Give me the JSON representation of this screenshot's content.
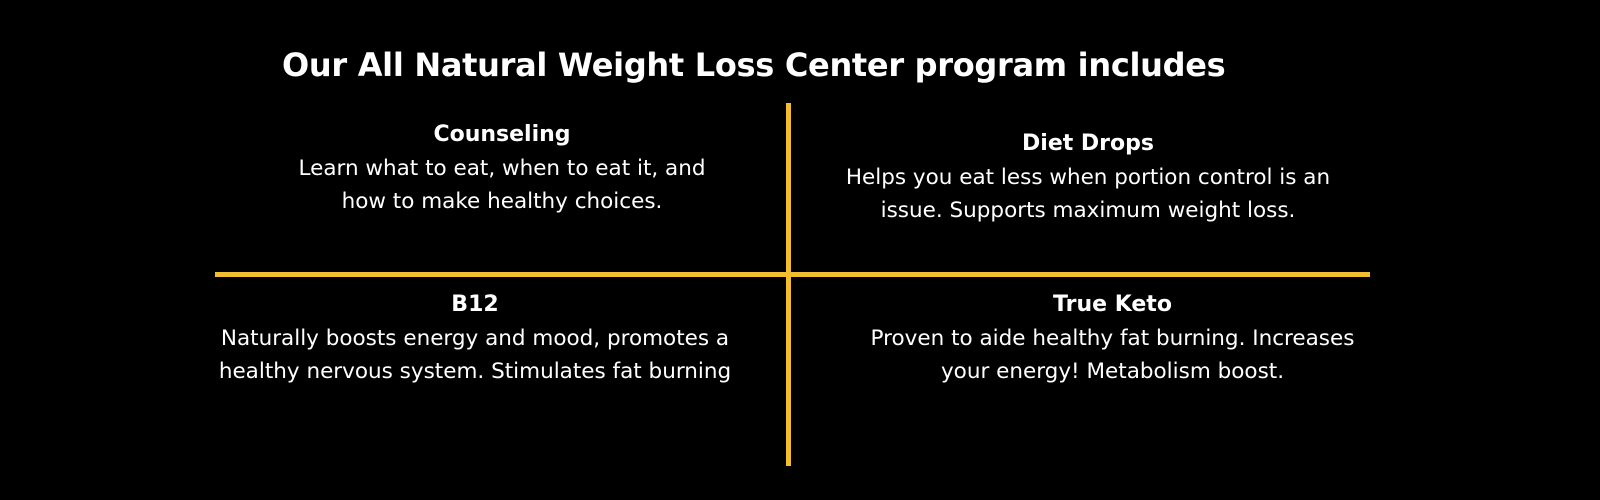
{
  "headline": "Our All Natural Weight Loss Center program includes",
  "colors": {
    "background": "#000000",
    "text": "#ffffff",
    "accent": "#f2bd2f"
  },
  "features": [
    {
      "title": "Counseling",
      "lines": [
        "Learn what to eat, when to eat it, and",
        "how to make healthy choices."
      ]
    },
    {
      "title": "Diet Drops",
      "lines": [
        "Helps you eat less when portion control is an",
        "issue. Supports maximum weight loss."
      ]
    },
    {
      "title": "B12",
      "lines": [
        "Naturally boosts energy and mood, promotes a",
        "healthy nervous system. Stimulates fat burning"
      ]
    },
    {
      "title": "True Keto",
      "lines": [
        "Proven to aide healthy fat burning. Increases",
        "your energy! Metabolism boost."
      ]
    }
  ]
}
